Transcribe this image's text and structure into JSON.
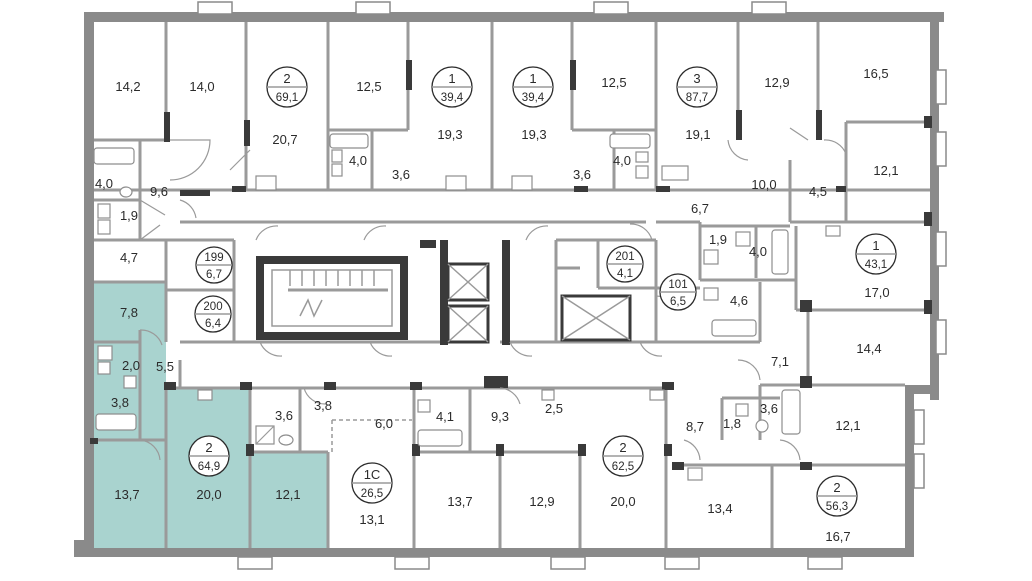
{
  "colors": {
    "highlight_apartment": "#a9d3cf",
    "outer_wall": "#8a8a8a",
    "core_wall": "#3a3a3a",
    "background": "#ffffff"
  },
  "apartments": [
    {
      "id": "apt-69",
      "rooms": "2",
      "area": "69,1"
    },
    {
      "id": "apt-39a",
      "rooms": "1",
      "area": "39,4"
    },
    {
      "id": "apt-39b",
      "rooms": "1",
      "area": "39,4"
    },
    {
      "id": "apt-87",
      "rooms": "3",
      "area": "87,7"
    },
    {
      "id": "apt-43",
      "rooms": "1",
      "area": "43,1"
    },
    {
      "id": "apt-64",
      "rooms": "2",
      "area": "64,9",
      "highlighted": true
    },
    {
      "id": "apt-26",
      "rooms": "1С",
      "area": "26,5"
    },
    {
      "id": "apt-62",
      "rooms": "2",
      "area": "62,5"
    },
    {
      "id": "apt-56",
      "rooms": "2",
      "area": "56,3"
    },
    {
      "id": "unit-199",
      "rooms": "199",
      "area": "6,7"
    },
    {
      "id": "unit-200",
      "rooms": "200",
      "area": "6,4"
    },
    {
      "id": "unit-201",
      "rooms": "201",
      "area": "4,1"
    },
    {
      "id": "unit-101",
      "rooms": "101",
      "area": "6,5"
    }
  ],
  "room_areas": [
    "14,2",
    "14,0",
    "20,7",
    "12,5",
    "19,3",
    "19,3",
    "12,5",
    "19,1",
    "12,9",
    "16,5",
    "4,0",
    "1,9",
    "9,6",
    "4,0",
    "3,6",
    "3,6",
    "4,0",
    "10,0",
    "4,5",
    "12,1",
    "6,7",
    "1,9",
    "4,0",
    "4,7",
    "17,0",
    "7,8",
    "4,6",
    "14,4",
    "5,5",
    "2,0",
    "3,8",
    "7,1",
    "3,6",
    "3,8",
    "6,0",
    "4,1",
    "9,3",
    "2,5",
    "8,7",
    "1,8",
    "3,6",
    "12,1",
    "13,7",
    "20,0",
    "12,1",
    "13,1",
    "13,7",
    "12,9",
    "20,0",
    "13,4",
    "16,7"
  ]
}
